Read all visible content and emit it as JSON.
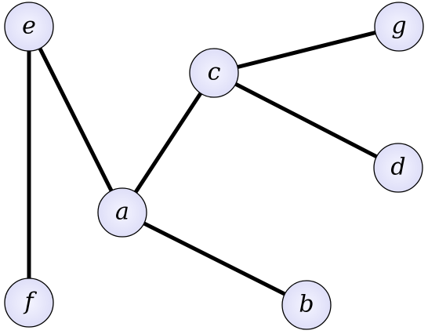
{
  "graph": {
    "nodes": [
      {
        "id": "e",
        "label": "e"
      },
      {
        "id": "g",
        "label": "g"
      },
      {
        "id": "c",
        "label": "c"
      },
      {
        "id": "d",
        "label": "d"
      },
      {
        "id": "a",
        "label": "a"
      },
      {
        "id": "f",
        "label": "f"
      },
      {
        "id": "b",
        "label": "b"
      }
    ],
    "edges": [
      {
        "from": "e",
        "to": "f"
      },
      {
        "from": "e",
        "to": "a"
      },
      {
        "from": "a",
        "to": "c"
      },
      {
        "from": "c",
        "to": "g"
      },
      {
        "from": "c",
        "to": "d"
      },
      {
        "from": "a",
        "to": "b"
      }
    ],
    "colors": {
      "node_fill": "#e8e8fb",
      "edge": "#000000"
    }
  }
}
